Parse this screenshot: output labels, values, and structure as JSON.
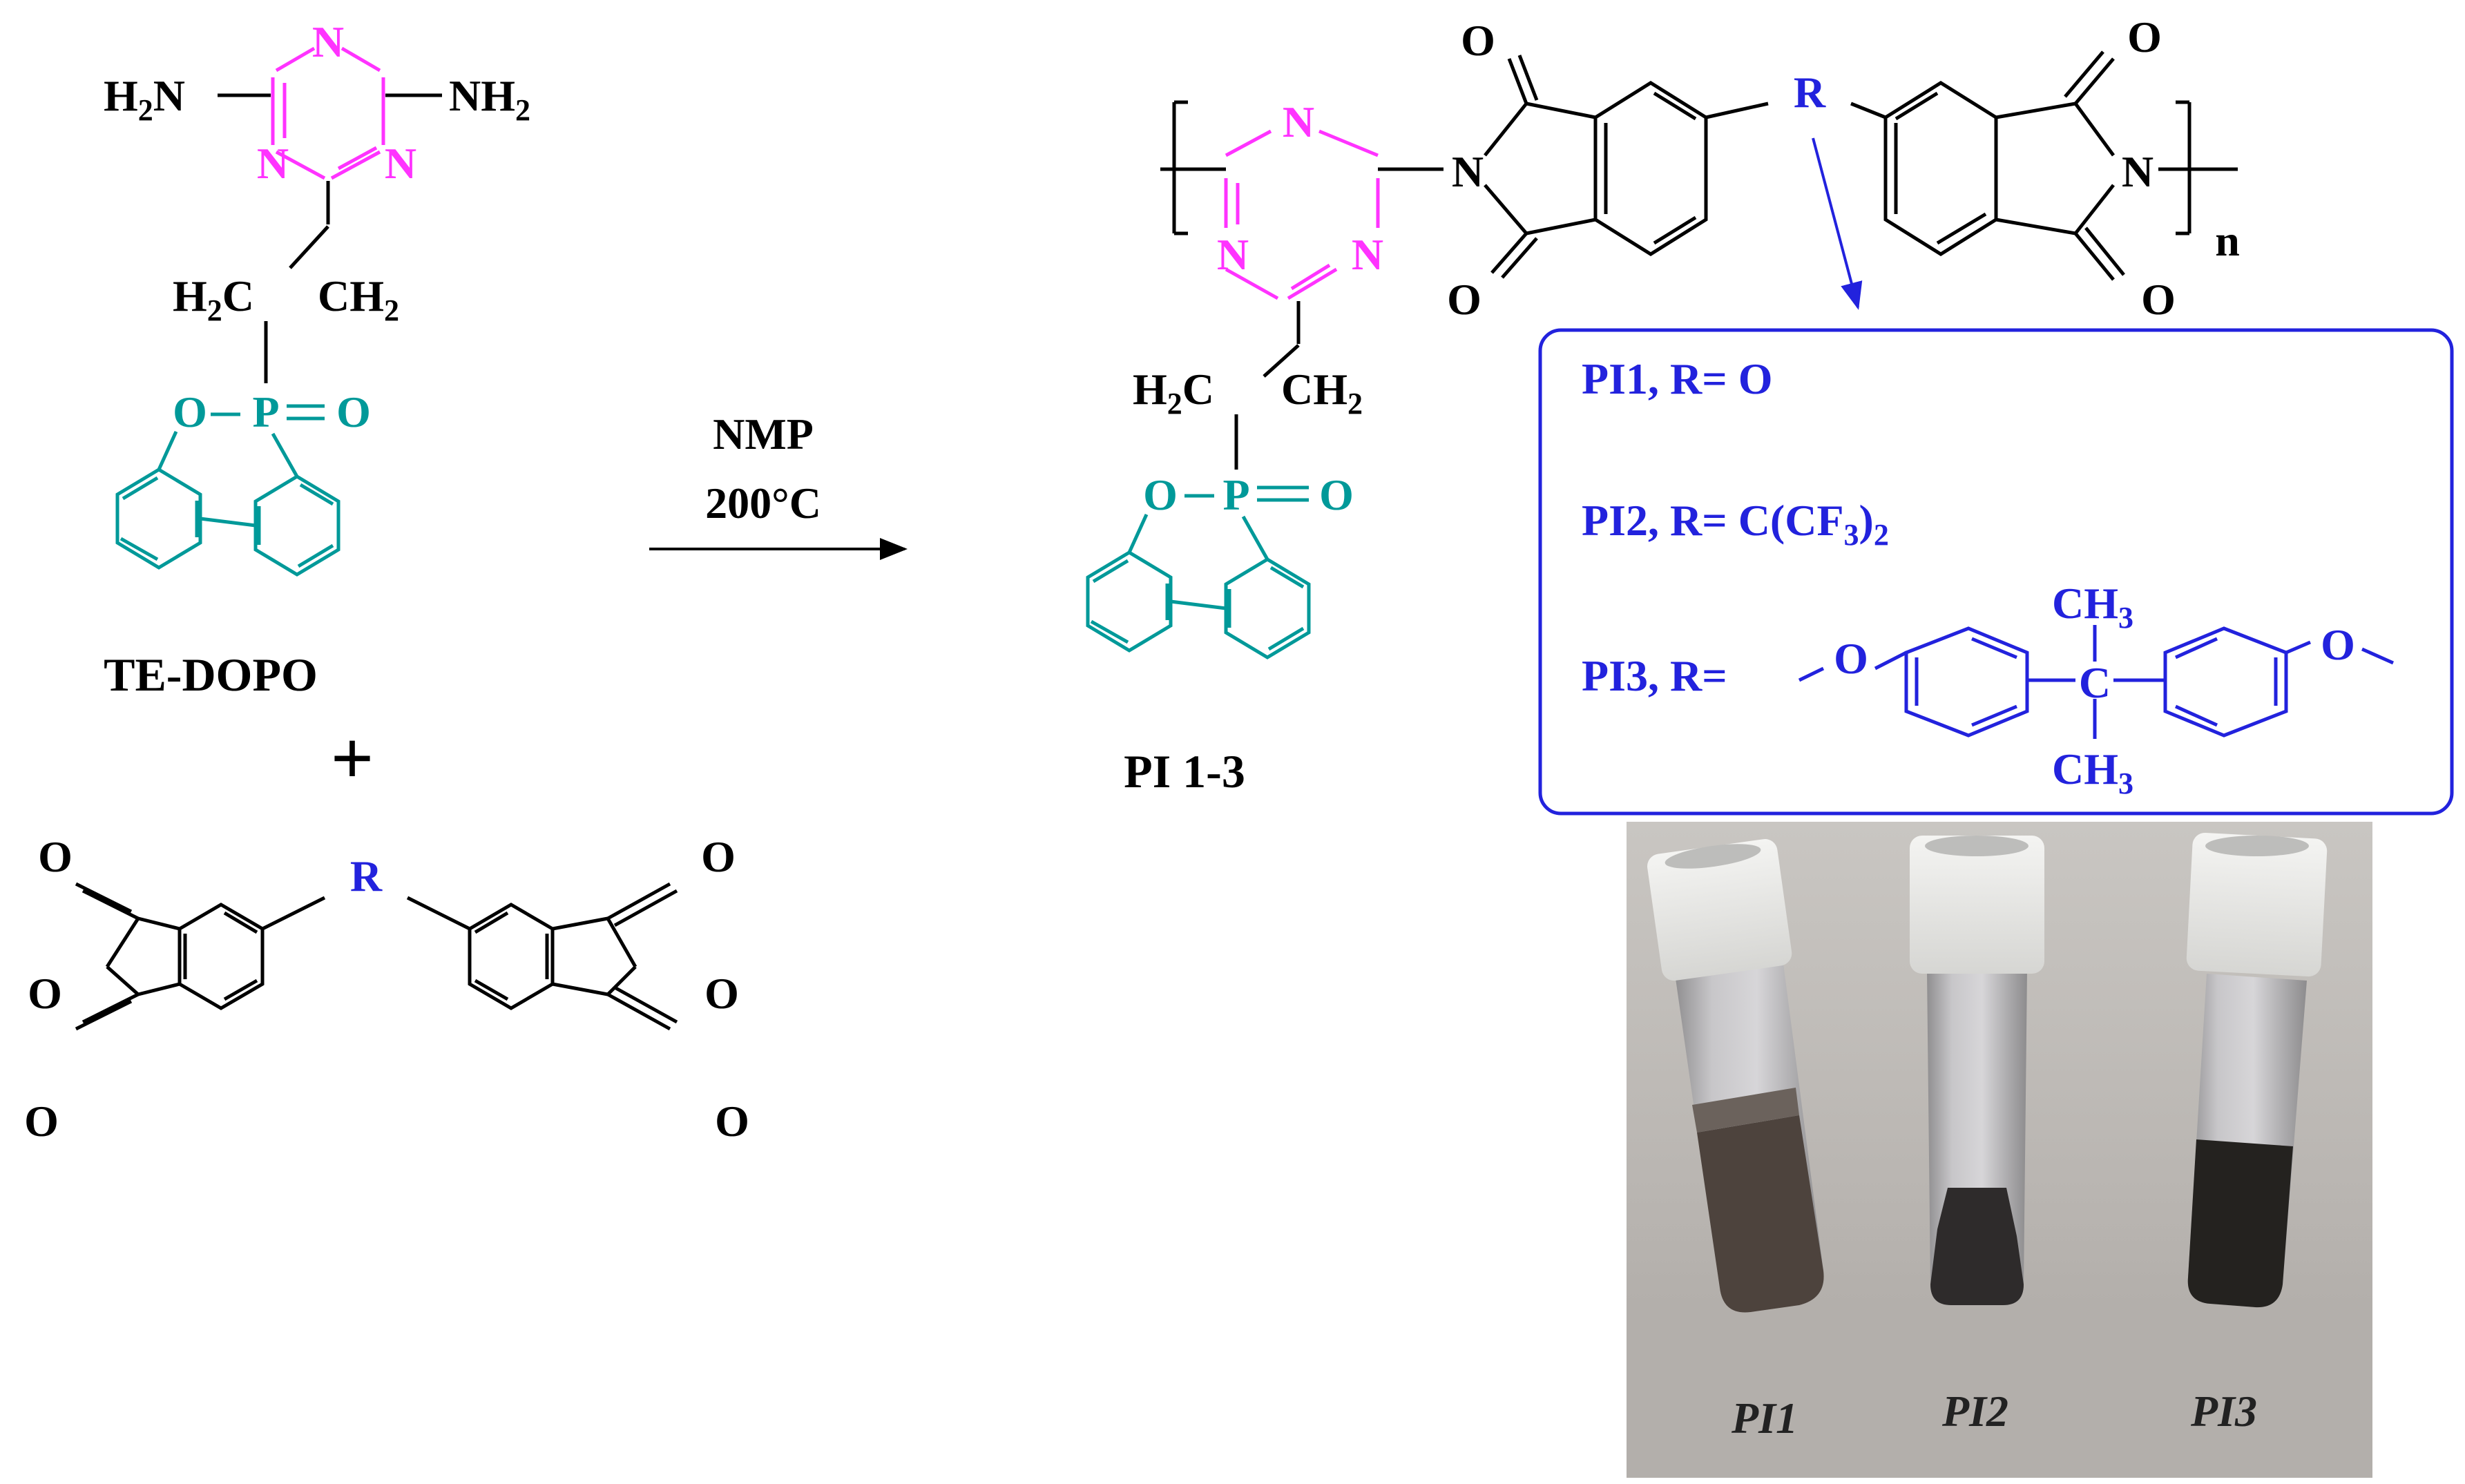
{
  "colors": {
    "triazine": "#ff33ff",
    "dopo": "#009999",
    "r_group": "#2222dd",
    "black": "#000000"
  },
  "tedopo": {
    "amine_left": "H",
    "amine_left_sub": "2",
    "amine_left_N": "N",
    "amine_right": "NH",
    "amine_right_sub": "2",
    "ring_N": "N",
    "ch2_left": "H",
    "ch2_left_sub": "2",
    "ch2_left_C": "C",
    "ch2_right": "CH",
    "ch2_right_sub": "2",
    "p_o": "O",
    "p_atom": "P",
    "p_double_o": "O",
    "name": "TE-DOPO"
  },
  "plus": "+",
  "dianhydride": {
    "o_top_left": "O",
    "o_ring_left": "O",
    "o_bottom_left": "O",
    "r": "R",
    "o_top_right": "O",
    "o_ring_right": "O",
    "o_bottom_right": "O"
  },
  "conditions": {
    "solvent": "NMP",
    "temperature": "200°C"
  },
  "product": {
    "o_top_left": "O",
    "o_bottom_left": "O",
    "imide_n_left": "N",
    "r": "R",
    "o_top_right": "O",
    "o_bottom_right": "O",
    "imide_n_right": "N",
    "repeat": "n",
    "ring_N": "N",
    "ch2_left": "H",
    "ch2_left_sub": "2",
    "ch2_left_C": "C",
    "ch2_right": "CH",
    "ch2_right_sub": "2",
    "p_o": "O",
    "p_atom": "P",
    "p_double_o": "O",
    "name": "PI 1-3"
  },
  "legend": {
    "pi1": "PI1, R= O",
    "pi2_prefix": "PI2, R= C(CF",
    "pi2_sub": "3",
    "pi2_close": ")",
    "pi2_sub2": "2",
    "pi3_prefix": "PI3, R=",
    "pi3_o_left": "O",
    "pi3_c": "C",
    "pi3_ch3_top": "CH",
    "pi3_ch3_top_sub": "3",
    "pi3_ch3_bottom": "CH",
    "pi3_ch3_bottom_sub": "3",
    "pi3_o_right": "O"
  },
  "photo": {
    "vial_labels": [
      "PI1",
      "PI2",
      "PI3"
    ]
  }
}
